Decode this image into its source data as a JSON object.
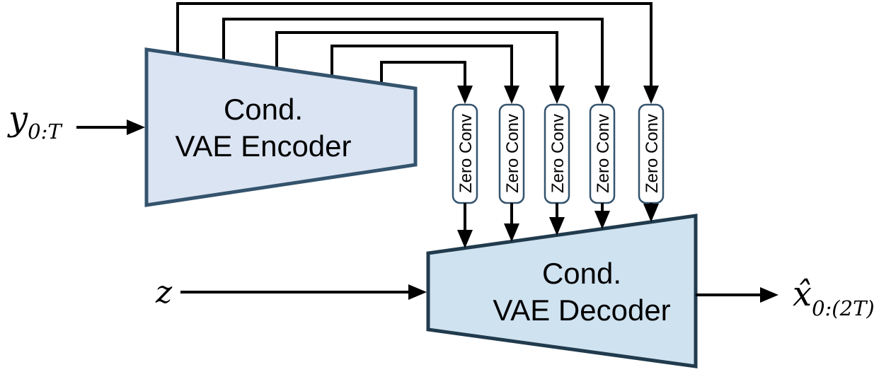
{
  "diagram": {
    "description": "Conditional VAE encoder-decoder architecture with zero-convolution skip connections",
    "encoder": {
      "line1": "Cond.",
      "line2": "VAE Encoder"
    },
    "decoder": {
      "line1": "Cond.",
      "line2": "VAE Decoder"
    },
    "zero_convs": [
      {
        "label": "Zero Conv"
      },
      {
        "label": "Zero Conv"
      },
      {
        "label": "Zero Conv"
      },
      {
        "label": "Zero Conv"
      },
      {
        "label": "Zero Conv"
      }
    ],
    "io": {
      "input_top": {
        "base": "y",
        "sub": "0:T"
      },
      "input_bottom": {
        "base": "z",
        "sub": ""
      },
      "output": {
        "base": "x̂",
        "sub": "0:(2T)"
      }
    },
    "colors": {
      "encoder_fill": "#dbe4f2",
      "encoder_stroke": "#34536d",
      "decoder_fill": "#cfe2f0",
      "decoder_stroke": "#213b4d",
      "zero_conv_fill": "#ffffff",
      "zero_conv_stroke": "#34536d",
      "line": "#000000"
    }
  }
}
